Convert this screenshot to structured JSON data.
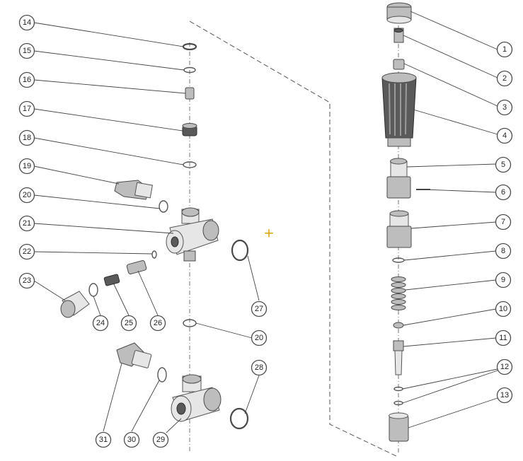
{
  "callouts": [
    {
      "label": "1"
    },
    {
      "label": "2"
    },
    {
      "label": "3"
    },
    {
      "label": "4"
    },
    {
      "label": "5"
    },
    {
      "label": "6"
    },
    {
      "label": "7"
    },
    {
      "label": "8"
    },
    {
      "label": "9"
    },
    {
      "label": "10"
    },
    {
      "label": "11"
    },
    {
      "label": "12"
    },
    {
      "label": "13"
    },
    {
      "label": "14"
    },
    {
      "label": "15"
    },
    {
      "label": "16"
    },
    {
      "label": "17"
    },
    {
      "label": "18"
    },
    {
      "label": "19"
    },
    {
      "label": "20"
    },
    {
      "label": "21"
    },
    {
      "label": "22"
    },
    {
      "label": "23"
    },
    {
      "label": "24"
    },
    {
      "label": "25"
    },
    {
      "label": "26"
    },
    {
      "label": "27"
    },
    {
      "label": "20"
    },
    {
      "label": "28"
    },
    {
      "label": "31"
    },
    {
      "label": "30"
    },
    {
      "label": "29"
    }
  ],
  "cursor": {
    "glyph": "+"
  }
}
